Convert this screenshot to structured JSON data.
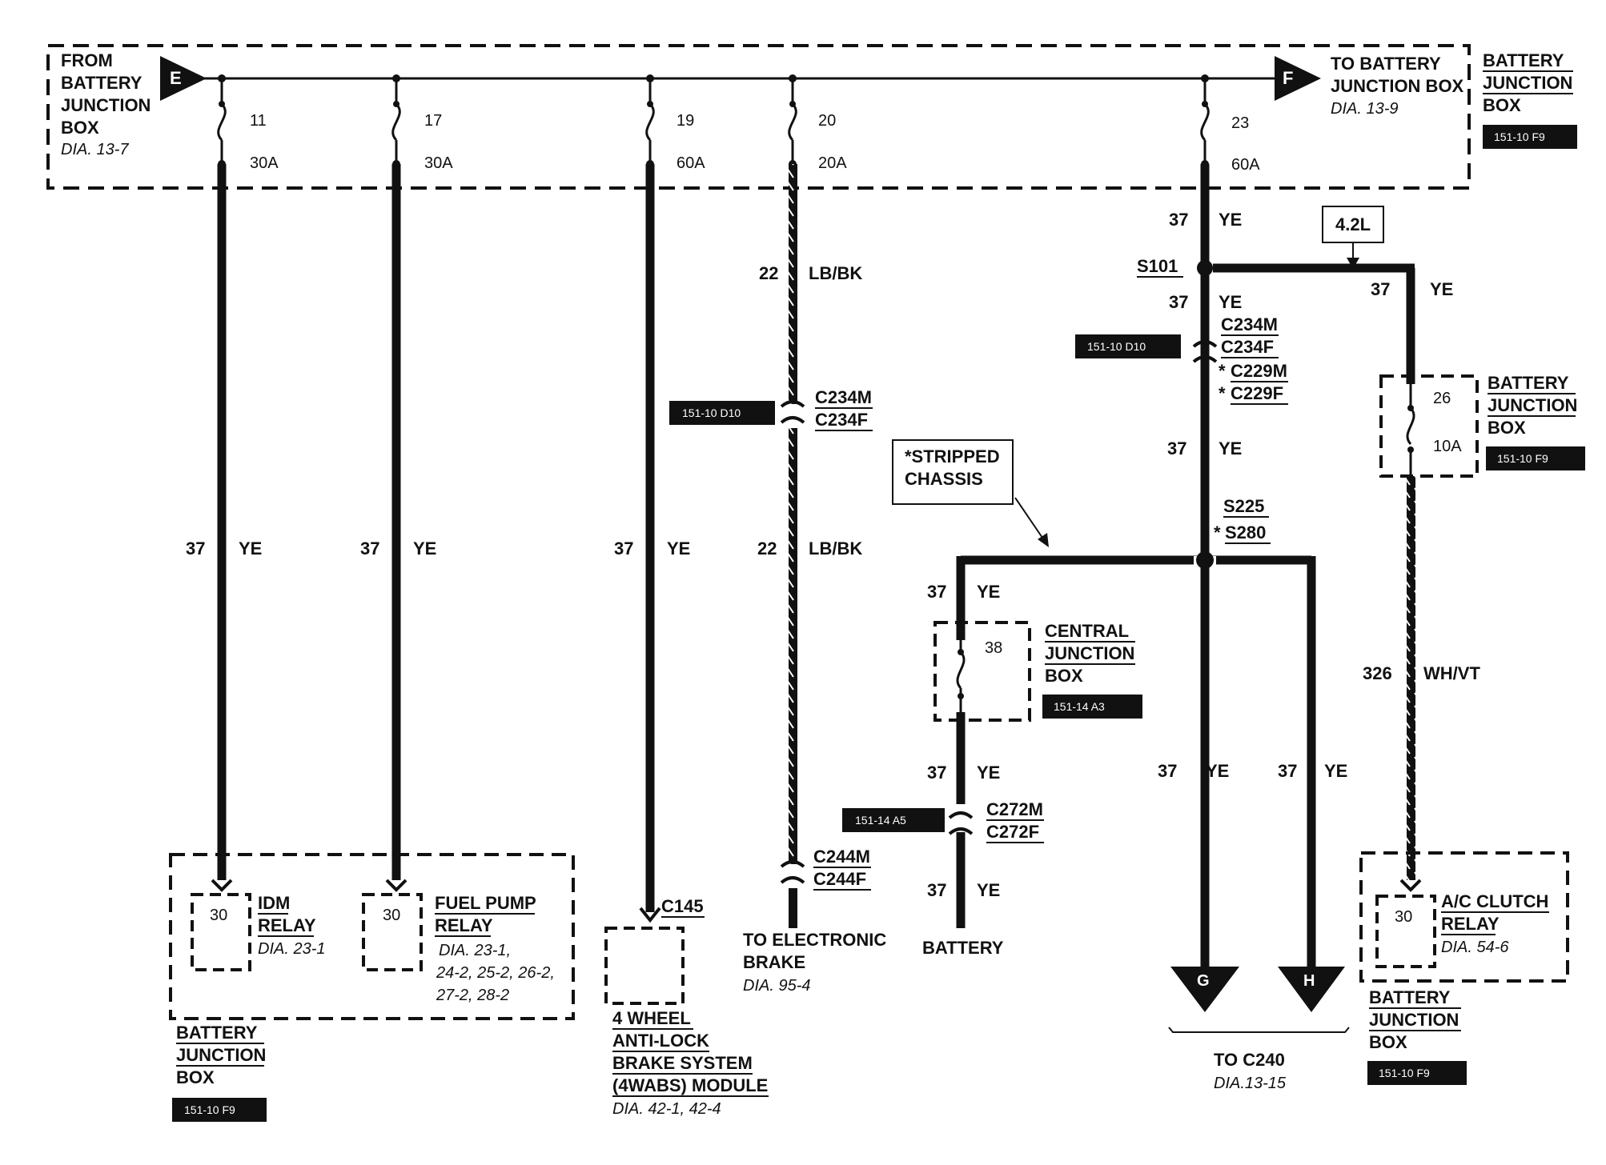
{
  "from_box": {
    "l1": "FROM",
    "l2": "BATTERY",
    "l3": "JUNCTION",
    "l4": "BOX",
    "dia": "DIA. 13-7",
    "connector": "E"
  },
  "to_box": {
    "l1": "TO BATTERY",
    "l2": "JUNCTION BOX",
    "dia": "DIA. 13-9",
    "connector": "F"
  },
  "bjb_top": {
    "l1": "BATTERY",
    "l2": "JUNCTION",
    "l3": "BOX",
    "ref": "151-10 F9"
  },
  "fuses": [
    {
      "num": "11",
      "amp": "30A"
    },
    {
      "num": "17",
      "amp": "30A"
    },
    {
      "num": "19",
      "amp": "60A"
    },
    {
      "num": "20",
      "amp": "20A"
    },
    {
      "num": "23",
      "amp": "60A"
    }
  ],
  "wires": {
    "w37": "37",
    "ye": "YE",
    "w22": "22",
    "lbbk": "LB/BK",
    "w326": "326",
    "whvt": "WH/VT"
  },
  "splices": {
    "s101": "S101",
    "s225": "S225",
    "s280": "S280",
    "star": "*"
  },
  "connectors": {
    "c234m": "C234M",
    "c234f": "C234F",
    "c229m": "C229M",
    "c229f": "C229F",
    "c272m": "C272M",
    "c272f": "C272F",
    "c244m": "C244M",
    "c244f": "C244F",
    "c145": "C145"
  },
  "refs": {
    "d10": "151-10 D10",
    "a5": "151-14 A5",
    "a3": "151-14 A3",
    "f9": "151-10 F9"
  },
  "engine_tag": "4.2L",
  "callout": {
    "l1": "*STRIPPED",
    "l2": "CHASSIS"
  },
  "bjb_fuse26": {
    "num": "26",
    "amp": "10A",
    "l1": "BATTERY",
    "l2": "JUNCTION",
    "l3": "BOX"
  },
  "cjb": {
    "num": "38",
    "l1": "CENTRAL",
    "l2": "JUNCTION",
    "l3": "BOX"
  },
  "idm": {
    "pin": "30",
    "l1": "IDM",
    "l2": "RELAY",
    "dia": "DIA. 23-1"
  },
  "fuel_pump": {
    "pin": "30",
    "l1": "FUEL PUMP",
    "l2": "RELAY",
    "dia1": "DIA. 23-1,",
    "dia2": "24-2, 25-2, 26-2,",
    "dia3": "27-2, 28-2"
  },
  "bjb_bottom": {
    "l1": "BATTERY",
    "l2": "JUNCTION",
    "l3": "BOX"
  },
  "abs": {
    "l1": "4 WHEEL",
    "l2": "ANTI-LOCK",
    "l3": "BRAKE SYSTEM",
    "l4": "(4WABS) MODULE",
    "dia": "DIA. 42-1, 42-4"
  },
  "ebrake": {
    "l1": "TO ELECTRONIC",
    "l2": "BRAKE",
    "dia": "DIA. 95-4"
  },
  "battery": "BATTERY",
  "to_c240": {
    "label": "TO C240",
    "dia": "DIA.13-15",
    "g": "G",
    "h": "H"
  },
  "ac": {
    "pin": "30",
    "l1": "A/C CLUTCH",
    "l2": "RELAY",
    "dia": "DIA. 54-6"
  },
  "bjb_ac": {
    "l1": "BATTERY",
    "l2": "JUNCTION",
    "l3": "BOX"
  }
}
